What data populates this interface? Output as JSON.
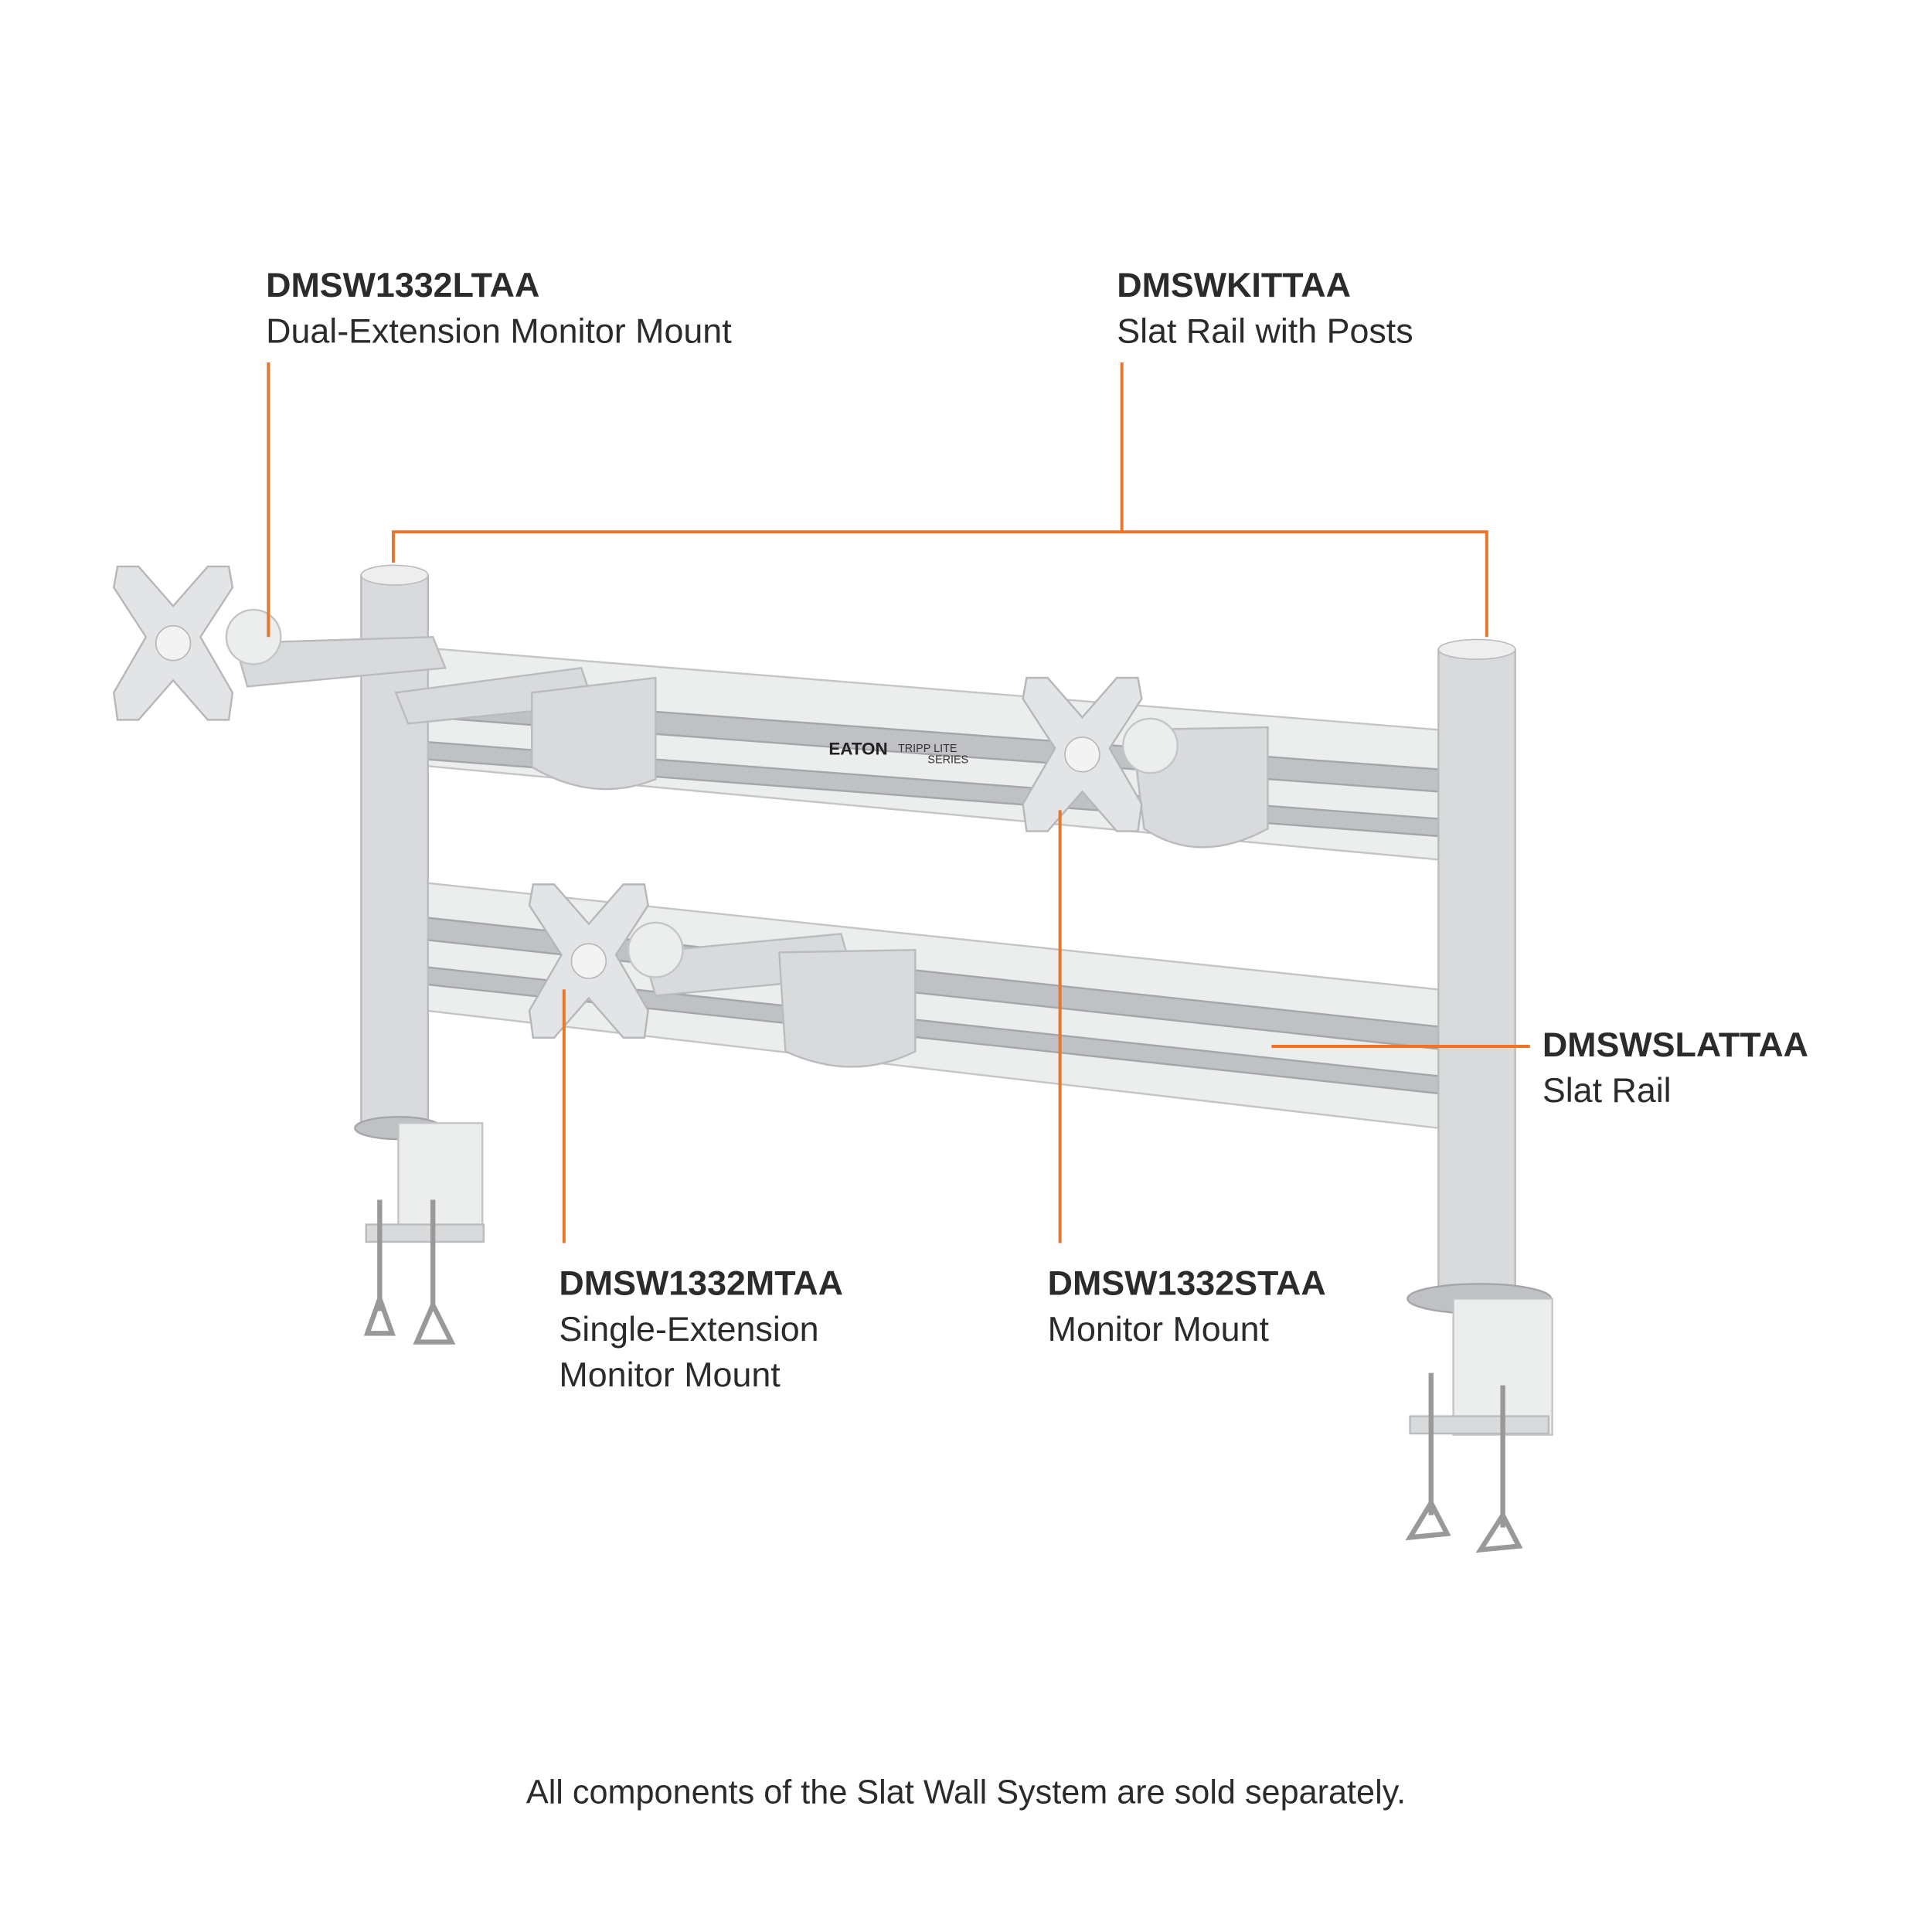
{
  "labels": {
    "dual_extension": {
      "code": "DMSW1332LTAA",
      "desc": "Dual-Extension Monitor Mount"
    },
    "kit": {
      "code": "DMSWKITTAA",
      "desc": "Slat Rail with Posts"
    },
    "slat_rail": {
      "code": "DMSWSLATTAA",
      "desc": "Slat Rail"
    },
    "single_extension": {
      "code": "DMSW1332MTAA",
      "desc_line1": "Single-Extension",
      "desc_line2": "Monitor Mount"
    },
    "monitor_mount": {
      "code": "DMSW1332STAA",
      "desc": "Monitor Mount"
    }
  },
  "rail_branding": {
    "brand": "EATON",
    "series_line1": "TRIPP LITE",
    "series_line2": "SERIES"
  },
  "footer": "All components of the Slat Wall System are sold separately.",
  "colors": {
    "leader_line": "#e8762d",
    "text": "#2b2b2b",
    "metal": "#d9dadc"
  }
}
